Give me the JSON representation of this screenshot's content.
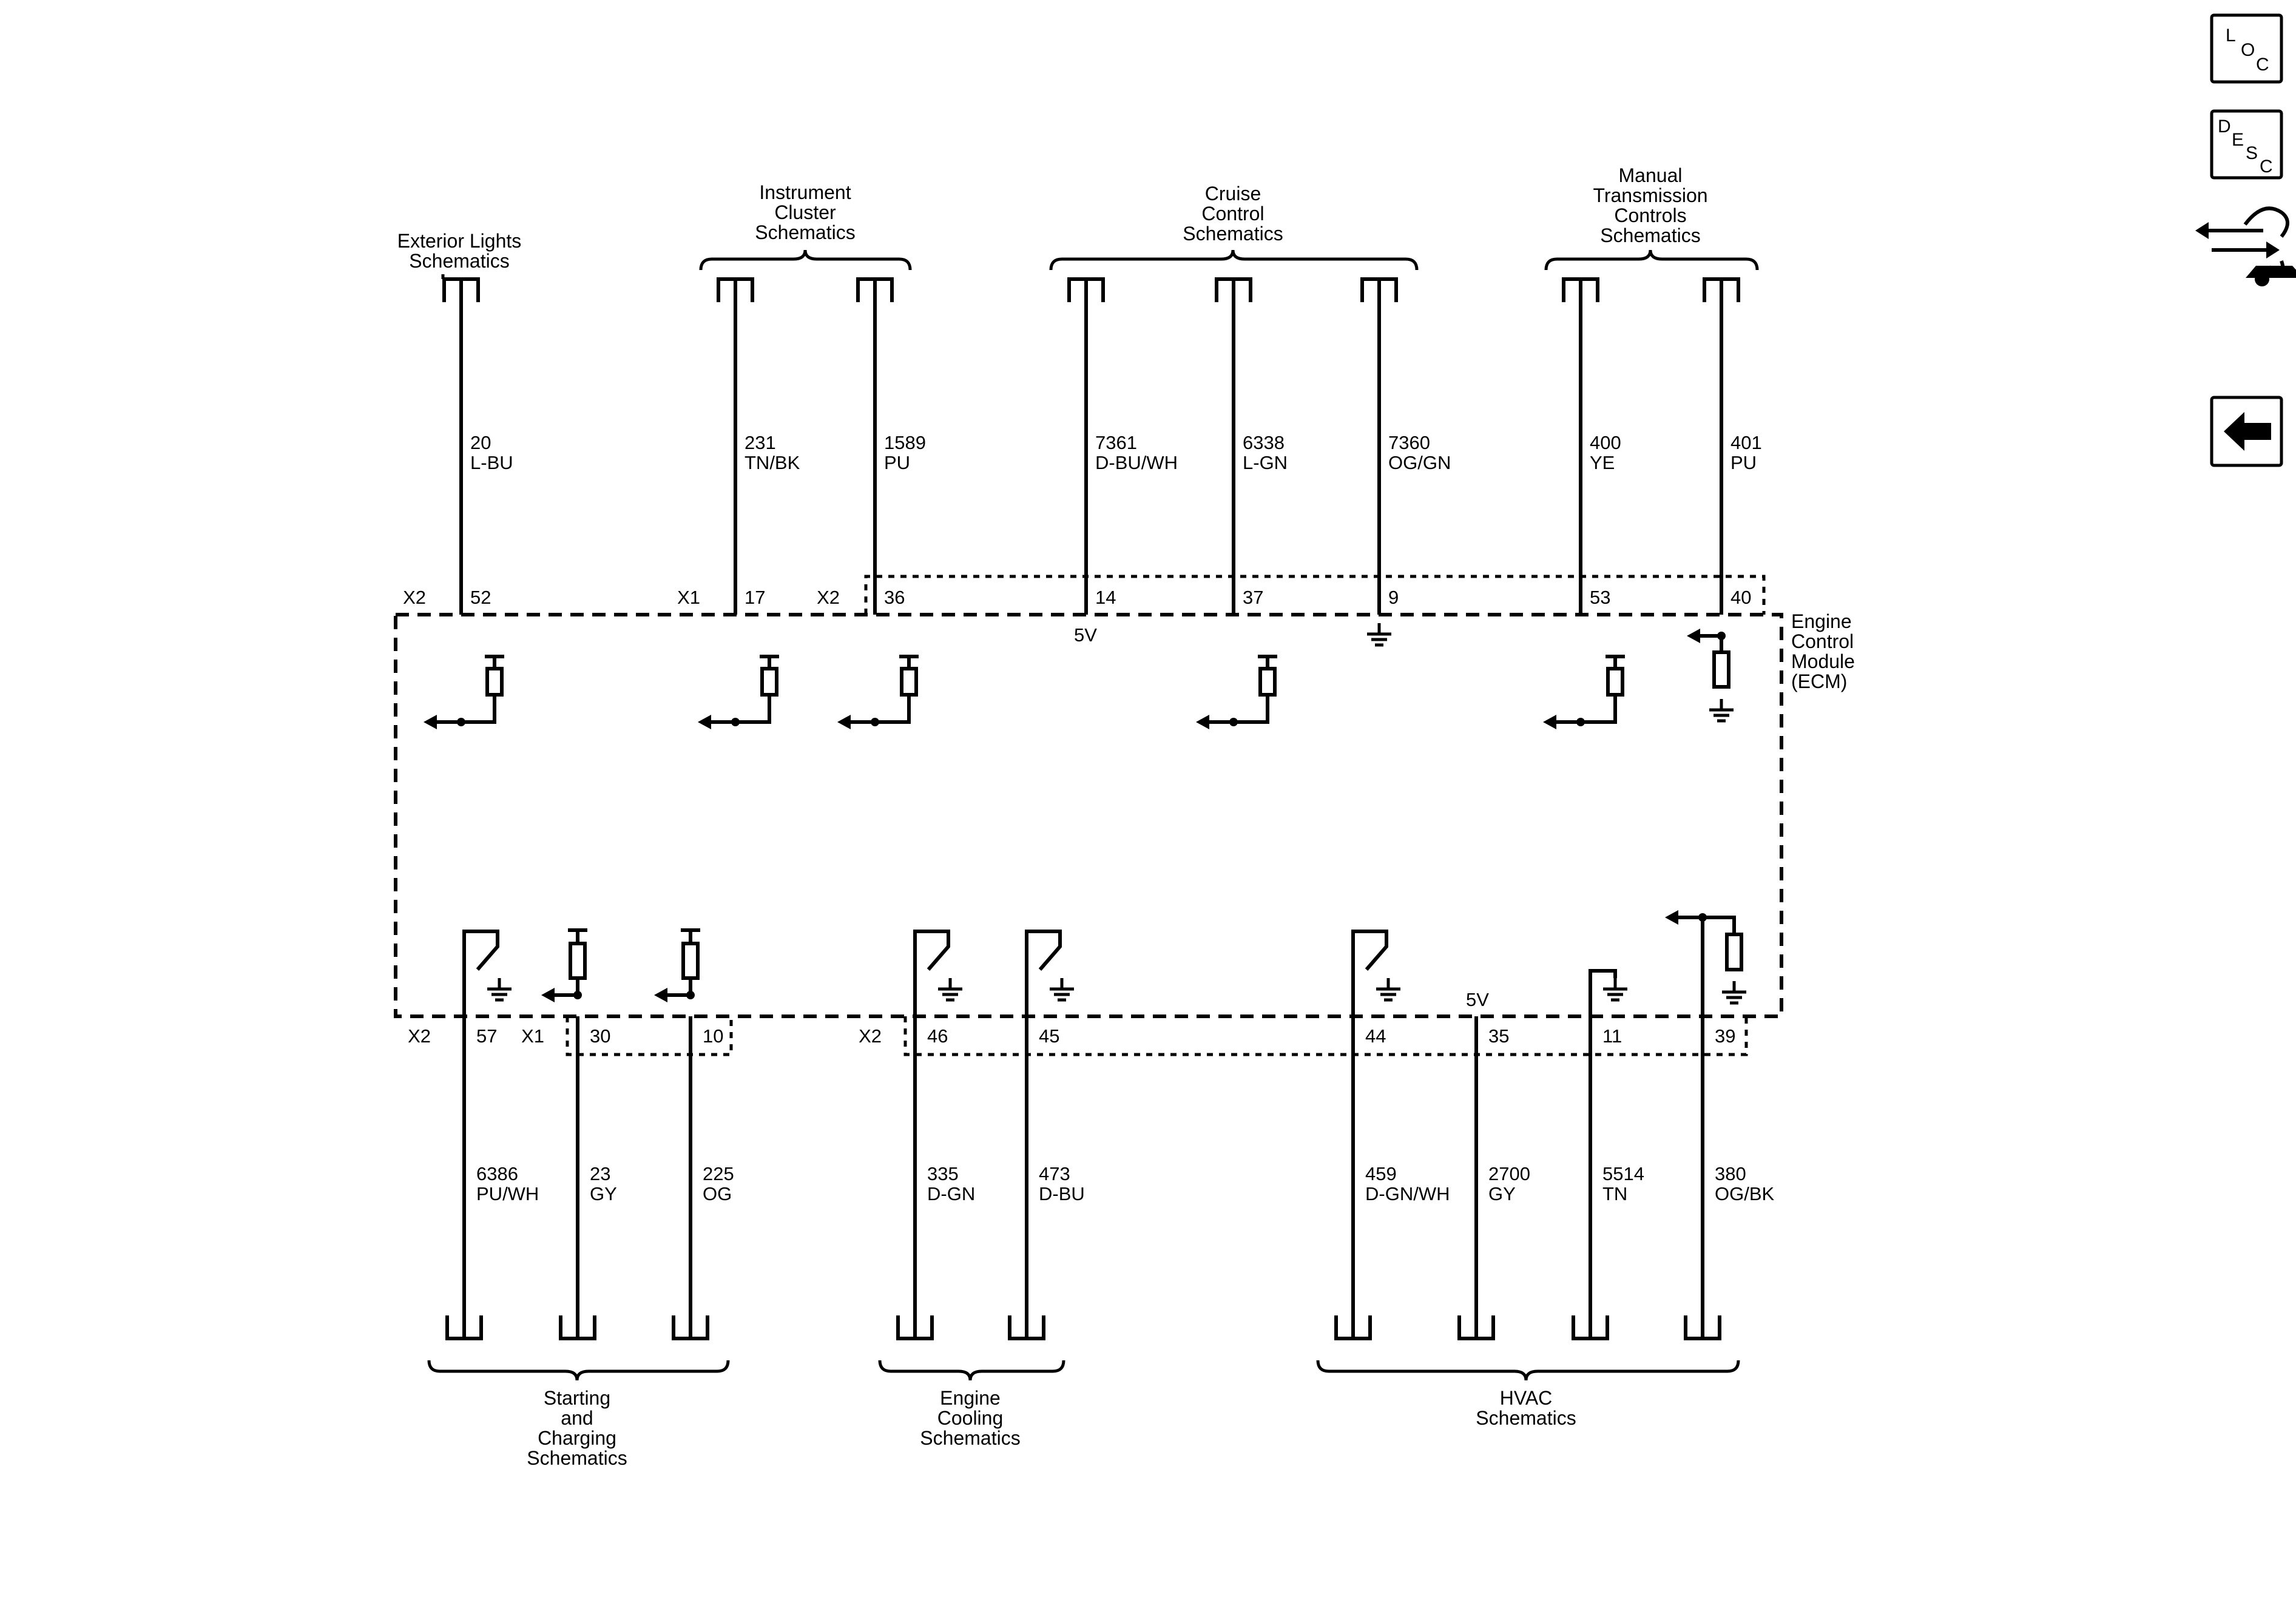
{
  "module": {
    "name_lines": [
      "Engine",
      "Control",
      "Module",
      "(ECM)"
    ],
    "supply_top": "5V",
    "supply_bottom": "5V"
  },
  "groups_top": [
    {
      "id": "exterior-lights",
      "lines": [
        "Exterior Lights",
        "Schematics"
      ]
    },
    {
      "id": "instrument-cluster",
      "lines": [
        "Instrument",
        "Cluster",
        "Schematics"
      ]
    },
    {
      "id": "cruise-control",
      "lines": [
        "Cruise",
        "Control",
        "Schematics"
      ]
    },
    {
      "id": "manual-transmission",
      "lines": [
        "Manual",
        "Transmission",
        "Controls",
        "Schematics"
      ]
    }
  ],
  "groups_bottom": [
    {
      "id": "starting-charging",
      "lines": [
        "Starting",
        "and",
        "Charging",
        "Schematics"
      ]
    },
    {
      "id": "engine-cooling",
      "lines": [
        "Engine",
        "Cooling",
        "Schematics"
      ]
    },
    {
      "id": "hvac",
      "lines": [
        "HVAC",
        "Schematics"
      ]
    }
  ],
  "wires_top": [
    {
      "circuit": "20",
      "color": "L-BU",
      "connector": "X2",
      "pin": "52"
    },
    {
      "circuit": "231",
      "color": "TN/BK",
      "connector": "X1",
      "pin": "17"
    },
    {
      "circuit": "1589",
      "color": "PU",
      "connector": "X2",
      "pin": "36"
    },
    {
      "circuit": "7361",
      "color": "D-BU/WH",
      "connector": "",
      "pin": "14"
    },
    {
      "circuit": "6338",
      "color": "L-GN",
      "connector": "",
      "pin": "37"
    },
    {
      "circuit": "7360",
      "color": "OG/GN",
      "connector": "",
      "pin": "9"
    },
    {
      "circuit": "400",
      "color": "YE",
      "connector": "",
      "pin": "53"
    },
    {
      "circuit": "401",
      "color": "PU",
      "connector": "",
      "pin": "40"
    }
  ],
  "wires_bottom": [
    {
      "circuit": "6386",
      "color": "PU/WH",
      "connector": "X2",
      "pin": "57"
    },
    {
      "circuit": "23",
      "color": "GY",
      "connector": "X1",
      "pin": "30"
    },
    {
      "circuit": "225",
      "color": "OG",
      "connector": "",
      "pin": "10"
    },
    {
      "circuit": "335",
      "color": "D-GN",
      "connector": "X2",
      "pin": "46"
    },
    {
      "circuit": "473",
      "color": "D-BU",
      "connector": "",
      "pin": "45"
    },
    {
      "circuit": "459",
      "color": "D-GN/WH",
      "connector": "",
      "pin": "44"
    },
    {
      "circuit": "2700",
      "color": "GY",
      "connector": "",
      "pin": "35"
    },
    {
      "circuit": "5514",
      "color": "TN",
      "connector": "",
      "pin": "11"
    },
    {
      "circuit": "380",
      "color": "OG/BK",
      "connector": "",
      "pin": "39"
    }
  ],
  "nav": {
    "loc": [
      "L",
      "O",
      "C"
    ],
    "desc": [
      "D",
      "E",
      "S",
      "C"
    ],
    "connector_icon": "connector-wrench-icon",
    "back_icon": "back-arrow-icon"
  }
}
